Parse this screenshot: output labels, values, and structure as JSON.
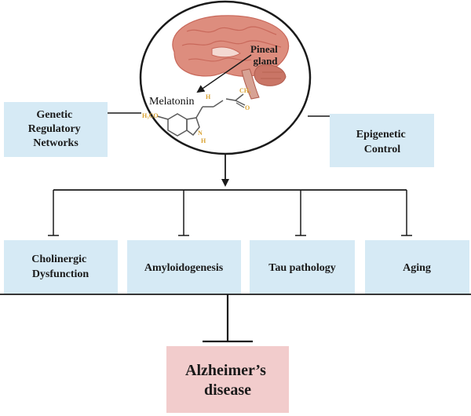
{
  "colors": {
    "factor_box": "#d6eaf5",
    "outcome_box": "#f2cccc",
    "line": "#1a1a1a",
    "brain": "#dd8d7e",
    "brain_dark": "#c8685a",
    "cerebellum": "#c97566",
    "molecule_bond": "#5a5a5a",
    "molecule_atom": "#d9a232"
  },
  "brain": {
    "pineal_line1": "Pineal",
    "pineal_line2": "gland",
    "melatonin": "Melatonin",
    "atoms": {
      "methoxy": "H₃CO",
      "nh_top": "H",
      "ch3": "CH₃",
      "oxygen": "O",
      "nh_ring": "N",
      "h_ring": "H"
    }
  },
  "left_control": {
    "lines": [
      "Genetic",
      "Regulatory",
      "Networks"
    ]
  },
  "right_control": {
    "lines": [
      "Epigenetic",
      "Control"
    ]
  },
  "factors": [
    {
      "lines": [
        "Cholinergic",
        "Dysfunction"
      ]
    },
    {
      "lines": [
        "Amyloidogenesis"
      ]
    },
    {
      "lines": [
        "Tau pathology"
      ]
    },
    {
      "lines": [
        "Aging"
      ]
    }
  ],
  "outcome": {
    "lines": [
      "Alzheimer’s",
      "disease"
    ]
  }
}
